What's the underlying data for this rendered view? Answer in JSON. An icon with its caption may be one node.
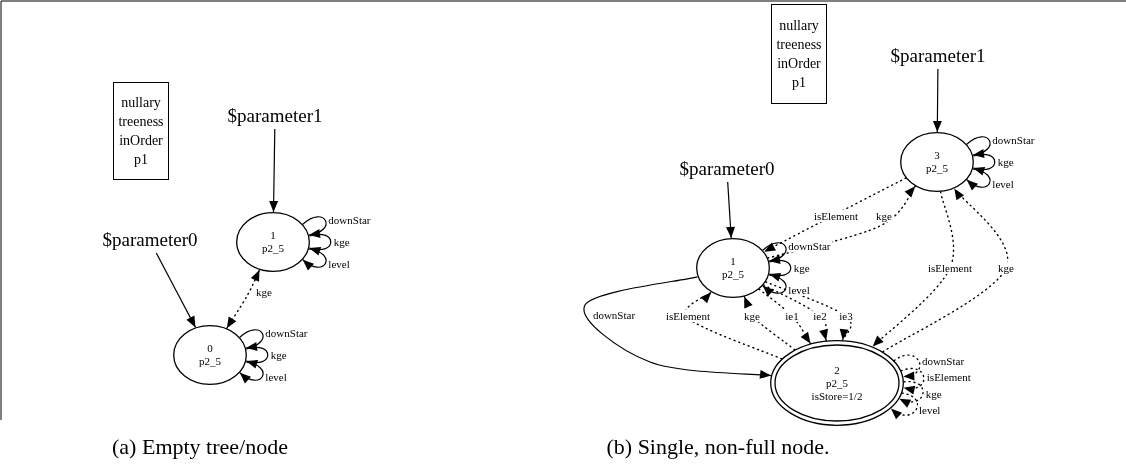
{
  "diagram": {
    "nodes": [
      {
        "text": [
          "nullary treeness inOrder p1"
        ]
      },
      {
        "text": [
          "$parameter1"
        ]
      },
      {
        "text": [
          "1",
          "p2_5"
        ]
      },
      {
        "text": [
          "$parameter0"
        ]
      },
      {
        "text": [
          "0",
          "p2_5"
        ]
      },
      {
        "text": [
          "nullary treeness inOrder p1"
        ]
      },
      {
        "text": [
          "$parameter1"
        ]
      },
      {
        "text": [
          "$parameter0"
        ]
      },
      {
        "text": [
          "3",
          "p2_5"
        ]
      },
      {
        "text": [
          "1",
          "p2_5"
        ]
      },
      {
        "text": [
          "2",
          "p2_5",
          "isStore=1/2"
        ]
      }
    ],
    "edges": [
      {
        "from": 1,
        "to": 2,
        "arrow": "to"
      },
      {
        "from": 3,
        "to": 4,
        "arrow": "to"
      },
      {
        "from": 4,
        "to": 2,
        "arrow": "both",
        "label": "kge",
        "style": "dashed"
      },
      {
        "from": 2,
        "to": 2,
        "arrow": "to",
        "label": "downStar"
      },
      {
        "from": 2,
        "to": 2,
        "arrow": "to",
        "label": "kge"
      },
      {
        "from": 2,
        "to": 2,
        "arrow": "to",
        "label": "level"
      },
      {
        "from": 4,
        "to": 4,
        "arrow": "to",
        "label": "downStar"
      },
      {
        "from": 4,
        "to": 4,
        "arrow": "to",
        "label": "kge"
      },
      {
        "from": 4,
        "to": 4,
        "arrow": "to",
        "label": "level"
      },
      {
        "from": 6,
        "to": 8,
        "arrow": "to"
      },
      {
        "from": 7,
        "to": 9,
        "arrow": "to"
      },
      {
        "from": 8,
        "to": 8,
        "arrow": "to",
        "label": "downStar"
      },
      {
        "from": 8,
        "to": 8,
        "arrow": "to",
        "label": "kge"
      },
      {
        "from": 8,
        "to": 8,
        "arrow": "to",
        "label": "level"
      },
      {
        "from": 9,
        "to": 9,
        "arrow": "to",
        "label": "downStar"
      },
      {
        "from": 9,
        "to": 9,
        "arrow": "to",
        "label": "kge"
      },
      {
        "from": 9,
        "to": 9,
        "arrow": "to",
        "label": "level"
      },
      {
        "from": 8,
        "to": 9,
        "arrow": "to",
        "label": "isElement",
        "style": "dashed"
      },
      {
        "from": 9,
        "to": 8,
        "arrow": "to",
        "label": "kge",
        "style": "dashed"
      },
      {
        "from": 9,
        "to": 10,
        "arrow": "to",
        "label": "downStar"
      },
      {
        "from": 10,
        "to": 9,
        "arrow": "to",
        "label": "isElement",
        "style": "dashed"
      },
      {
        "from": 10,
        "to": 9,
        "arrow": "to",
        "label": "kge",
        "style": "dashed"
      },
      {
        "from": 9,
        "to": 10,
        "arrow": "to",
        "label": "ie1",
        "style": "dashed"
      },
      {
        "from": 9,
        "to": 10,
        "arrow": "to",
        "label": "ie2",
        "style": "dashed"
      },
      {
        "from": 9,
        "to": 10,
        "arrow": "to",
        "label": "ie3",
        "style": "dashed"
      },
      {
        "from": 8,
        "to": 10,
        "arrow": "to",
        "label": "isElement",
        "style": "dashed"
      },
      {
        "from": 10,
        "to": 8,
        "arrow": "to",
        "label": "kge",
        "style": "dashed"
      },
      {
        "from": 10,
        "to": 10,
        "arrow": "to",
        "label": "downStar",
        "style": "dashed"
      },
      {
        "from": 10,
        "to": 10,
        "arrow": "to",
        "label": "isElement",
        "style": "dashed"
      },
      {
        "from": 10,
        "to": 10,
        "arrow": "to",
        "label": "kge",
        "style": "dashed"
      },
      {
        "from": 10,
        "to": 10,
        "arrow": "to",
        "label": "level",
        "style": "dashed"
      }
    ],
    "labels": [
      "(a) Empty tree/node",
      "(b) Single, non-full node."
    ]
  }
}
